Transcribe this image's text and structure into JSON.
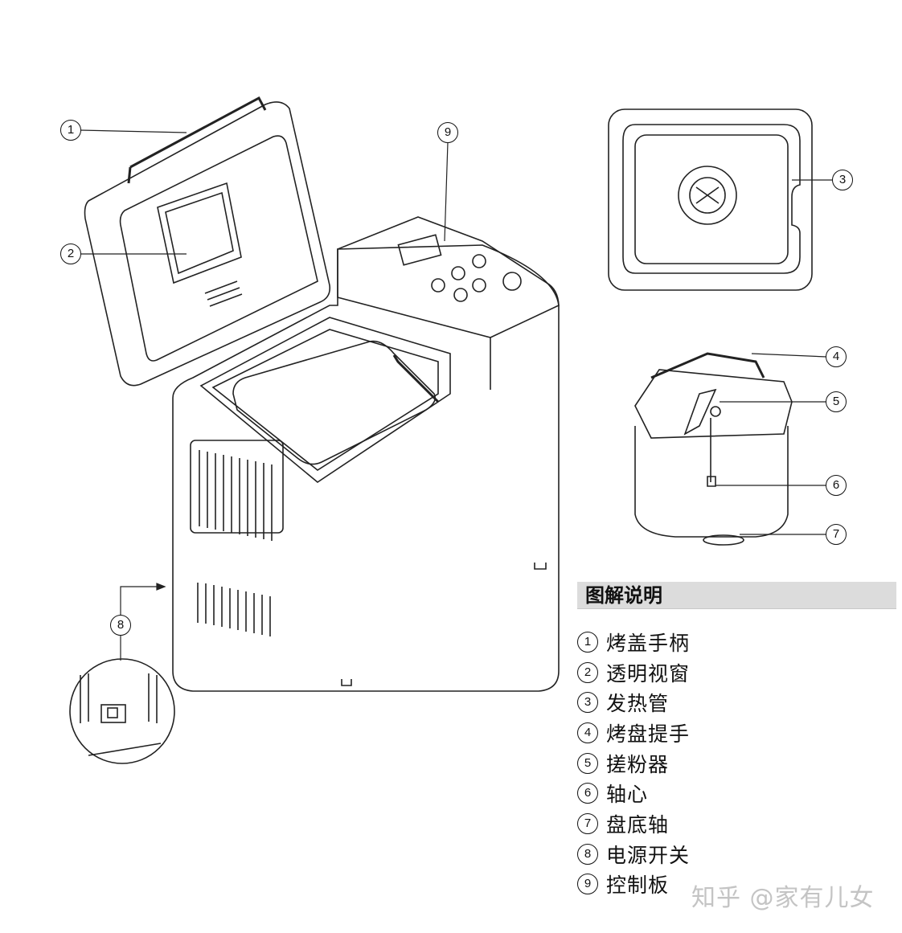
{
  "legend": {
    "title": "图解说明",
    "items": [
      {
        "num": "1",
        "label": "烤盖手柄"
      },
      {
        "num": "2",
        "label": "透明视窗"
      },
      {
        "num": "3",
        "label": "发热管"
      },
      {
        "num": "4",
        "label": "烤盘提手"
      },
      {
        "num": "5",
        "label": "搓粉器"
      },
      {
        "num": "6",
        "label": "轴心"
      },
      {
        "num": "7",
        "label": "盘底轴"
      },
      {
        "num": "8",
        "label": "电源开关"
      },
      {
        "num": "9",
        "label": "控制板"
      }
    ]
  },
  "callouts": [
    "1",
    "2",
    "3",
    "4",
    "5",
    "6",
    "7",
    "8",
    "9"
  ],
  "watermark": "知乎 @家有儿女"
}
